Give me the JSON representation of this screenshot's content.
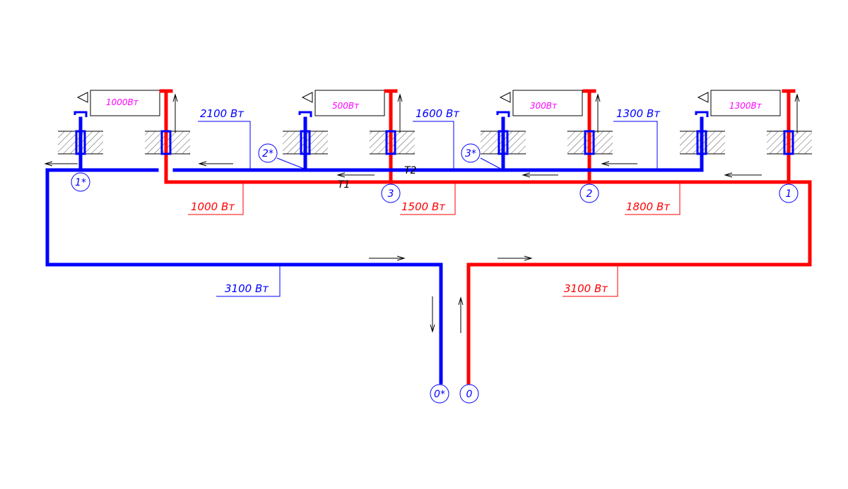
{
  "colors": {
    "supply": "#ff0000",
    "return": "#0000ff",
    "radiator_label": "#ff00ff",
    "line": "#000000",
    "hatch": "#555555",
    "background": "#ffffff"
  },
  "radiators": [
    {
      "label": "1000Вт"
    },
    {
      "label": "500Вт"
    },
    {
      "label": "300Вт"
    },
    {
      "label": "1300Вт"
    }
  ],
  "return_loads": {
    "seg_top_left": "2100 Вт",
    "seg_top_mid": "1600 Вт",
    "seg_top_right": "1300 Вт",
    "main": "3100 Вт"
  },
  "supply_loads": {
    "seg_left": "1000 Вт",
    "seg_mid": "1500 Вт",
    "seg_right": "1800 Вт",
    "main": "3100 Вт"
  },
  "nodes": {
    "n1": "1",
    "n2": "2",
    "n3": "3",
    "n1s": "1*",
    "n2s": "2*",
    "n3s": "3*",
    "n0": "0",
    "n0s": "0*"
  },
  "tees": {
    "t1": "T1",
    "t2": "T2"
  },
  "icons": [
    "flow-arrow-icon",
    "valve-icon",
    "radiator-icon",
    "hatch-icon"
  ]
}
